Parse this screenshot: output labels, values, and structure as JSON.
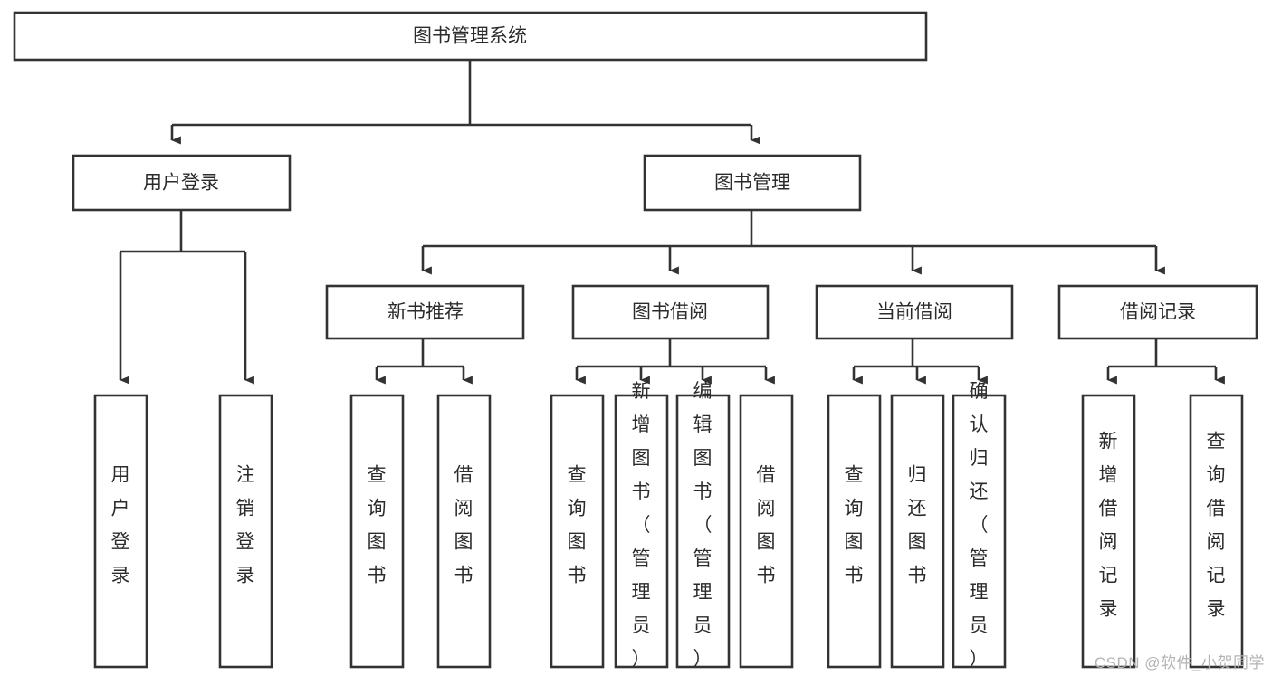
{
  "diagram": {
    "type": "hierarchy-tree",
    "title": "图书管理系统",
    "orientation": "top-down",
    "colors": {
      "box_stroke": "#333333",
      "box_fill": "#ffffff",
      "text": "#2b2b2b",
      "connector": "#333333",
      "watermark": "#b4b4b4"
    },
    "levels": [
      {
        "level": 1,
        "nodes": [
          {
            "id": "root",
            "label": "图书管理系统",
            "orientation": "horizontal"
          }
        ]
      },
      {
        "level": 2,
        "nodes": [
          {
            "id": "login",
            "label": "用户登录",
            "orientation": "horizontal",
            "parent": "root"
          },
          {
            "id": "bookmgmt",
            "label": "图书管理",
            "orientation": "horizontal",
            "parent": "root"
          }
        ]
      },
      {
        "level": 3,
        "nodes": [
          {
            "id": "newbook",
            "label": "新书推荐",
            "orientation": "horizontal",
            "parent": "bookmgmt"
          },
          {
            "id": "borrow",
            "label": "图书借阅",
            "orientation": "horizontal",
            "parent": "bookmgmt"
          },
          {
            "id": "current",
            "label": "当前借阅",
            "orientation": "horizontal",
            "parent": "bookmgmt"
          },
          {
            "id": "record",
            "label": "借阅记录",
            "orientation": "horizontal",
            "parent": "bookmgmt"
          }
        ]
      },
      {
        "level": 4,
        "nodes": [
          {
            "id": "leaf1",
            "label": "用户登录",
            "orientation": "vertical",
            "parent": "login"
          },
          {
            "id": "leaf2",
            "label": "注销登录",
            "orientation": "vertical",
            "parent": "login"
          },
          {
            "id": "leaf3",
            "label": "查询图书",
            "orientation": "vertical",
            "parent": "newbook"
          },
          {
            "id": "leaf4",
            "label": "借阅图书",
            "orientation": "vertical",
            "parent": "newbook"
          },
          {
            "id": "leaf5",
            "label": "查询图书",
            "orientation": "vertical",
            "parent": "borrow"
          },
          {
            "id": "leaf6",
            "label": "新增图书（管理员）",
            "orientation": "vertical",
            "parent": "borrow"
          },
          {
            "id": "leaf7",
            "label": "编辑图书（管理员）",
            "orientation": "vertical",
            "parent": "borrow"
          },
          {
            "id": "leaf8",
            "label": "借阅图书",
            "orientation": "vertical",
            "parent": "borrow"
          },
          {
            "id": "leaf9",
            "label": "查询图书",
            "orientation": "vertical",
            "parent": "current"
          },
          {
            "id": "leaf10",
            "label": "归还图书",
            "orientation": "vertical",
            "parent": "current"
          },
          {
            "id": "leaf11",
            "label": "确认归还（管理员）",
            "orientation": "vertical",
            "parent": "current"
          },
          {
            "id": "leaf12",
            "label": "新增借阅记录",
            "orientation": "vertical",
            "parent": "record"
          },
          {
            "id": "leaf13",
            "label": "查询借阅记录",
            "orientation": "vertical",
            "parent": "record"
          }
        ]
      }
    ]
  },
  "watermark": {
    "text": "CSDN @软件_小贺同学"
  }
}
